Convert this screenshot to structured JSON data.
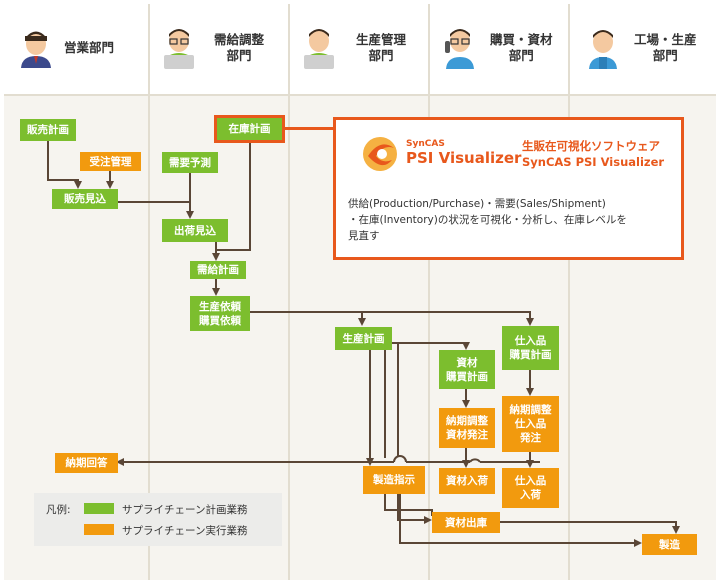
{
  "columns": [
    {
      "label": "営業部門",
      "avatar": "sales-person-icon"
    },
    {
      "label": "需給調整\n部門",
      "avatar": "supply-planner-icon"
    },
    {
      "label": "生産管理\n部門",
      "avatar": "production-manager-icon"
    },
    {
      "label": "購買・資材\n部門",
      "avatar": "procurement-person-icon"
    },
    {
      "label": "工場・生産\n部門",
      "avatar": "factory-worker-icon"
    }
  ],
  "boxes": {
    "sales_plan": "販売計画",
    "order_mgmt": "受注管理",
    "sales_forecast": "販売見込",
    "inventory_plan": "在庫計画",
    "demand_forecast": "需要予測",
    "shipment_forecast": "出荷見込",
    "supply_plan": "需給計画",
    "production_request": "生産依頼\n購買依頼",
    "production_plan": "生産計画",
    "material_purchase_plan": "資材\n購買計画",
    "purchased_goods_plan": "仕入品\n購買計画",
    "delivery_material_order": "納期調整\n資材発注",
    "delivery_goods_order": "納期調整\n仕入品\n発注",
    "delivery_answer": "納期回答",
    "manufacturing_instruction": "製造指示",
    "material_receipt": "資材入荷",
    "goods_receipt": "仕入品\n入荷",
    "material_issue": "資材出庫",
    "manufacturing": "製造"
  },
  "callout": {
    "logo_small": "SynCAS",
    "logo_main": "PSI Visualizer",
    "title": "生販在可視化ソフトウェア\nSynCAS PSI Visualizer",
    "description": "供給(Production/Purchase)・需要(Sales/Shipment)\n・在庫(Inventory)の状況を可視化・分析し、在庫レベルを\n見直す"
  },
  "legend": {
    "title": "凡例:",
    "planning": "サプライチェーン計画業務",
    "execution": "サプライチェーン実行業務",
    "colors": {
      "planning": "#7cbe2e",
      "execution": "#f29a0e"
    }
  },
  "colors": {
    "planning": "#7cbe2e",
    "execution": "#f29a0e",
    "highlight": "#e8581c",
    "arrow": "#5a4636"
  }
}
